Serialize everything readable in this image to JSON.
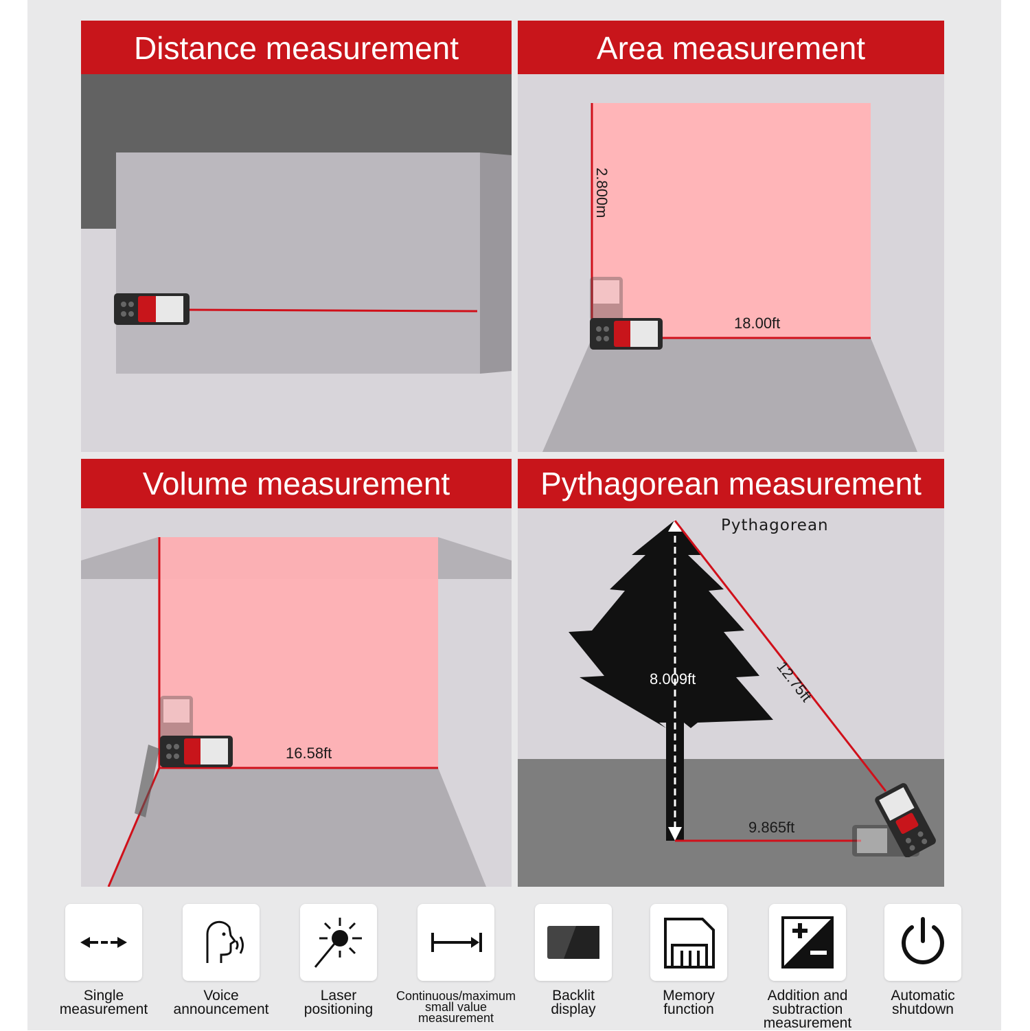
{
  "panels": {
    "distance": {
      "title": "Distance measurement"
    },
    "area": {
      "title": "Area measurement",
      "height_label": "2.800m",
      "width_label": "18.00ft"
    },
    "volume": {
      "title": "Volume measurement",
      "width_label": "16.58ft"
    },
    "pythagorean": {
      "title": "Pythagorean measurement",
      "heading": "Pythagorean",
      "hypotenuse_label": "12.75ft",
      "height_label": "8.009ft",
      "base_label": "9.865ft"
    }
  },
  "features": [
    {
      "line1": "Single",
      "line2": "measurement",
      "icon": "double-arrow-icon"
    },
    {
      "line1": "Voice",
      "line2": "announcement",
      "icon": "voice-icon"
    },
    {
      "line1": "Laser",
      "line2": "positioning",
      "icon": "laser-icon"
    },
    {
      "line1": "Continuous/maximum",
      "line2": "small value measurement",
      "icon": "range-icon"
    },
    {
      "line1": "Backlit",
      "line2": "display",
      "icon": "backlight-icon"
    },
    {
      "line1": "Memory",
      "line2": "function",
      "icon": "memory-icon"
    },
    {
      "line1": "Addition and",
      "line2": "subtraction measurement",
      "icon": "plus-minus-icon"
    },
    {
      "line1": "Automatic",
      "line2": "shutdown",
      "icon": "power-icon"
    }
  ],
  "colors": {
    "accent": "#c8151b",
    "laser": "#e0141e",
    "laser_plane": "#ffb3b6"
  }
}
